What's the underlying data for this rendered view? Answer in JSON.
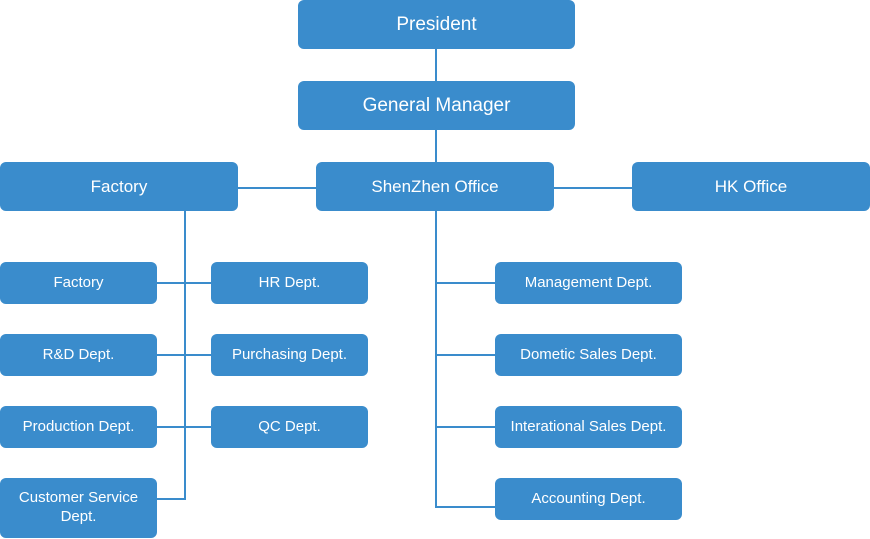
{
  "org_chart": {
    "president": "President",
    "general_manager": "General Manager",
    "factory": "Factory",
    "shenzhen_office": "ShenZhen Office",
    "hk_office": "HK Office",
    "factory_depts_left": [
      "Factory",
      "R&D Dept.",
      "Production Dept.",
      "Customer Service Dept."
    ],
    "factory_depts_right": [
      "HR Dept.",
      "Purchasing Dept.",
      "QC Dept."
    ],
    "shenzhen_depts": [
      "Management Dept.",
      "Dometic Sales Dept.",
      "Interational Sales Dept.",
      "Accounting Dept."
    ]
  },
  "colors": {
    "box_fill": "#3a8ccc",
    "connector": "#3a8ccc",
    "text": "#ffffff"
  }
}
